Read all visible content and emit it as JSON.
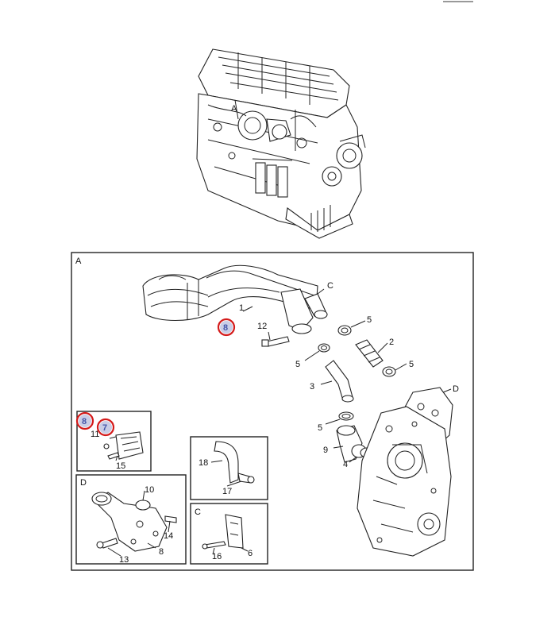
{
  "engine": {
    "callout": "A"
  },
  "main_view": {
    "label": "A",
    "callouts": {
      "c1": "1",
      "c2": "2",
      "c3": "3",
      "c4": "4",
      "c5a": "5",
      "c5b": "5",
      "c5c": "5",
      "c5d": "5",
      "c9": "9",
      "c12": "12",
      "cC": "C",
      "cD": "D"
    },
    "marker": "8"
  },
  "inset_top_left": {
    "marker_a": "8",
    "marker_b": "7",
    "c11": "11",
    "c15": "15"
  },
  "inset_bracket": {
    "c17": "17",
    "c18": "18"
  },
  "inset_D": {
    "label": "D",
    "c8": "8",
    "c10": "10",
    "c13": "13",
    "c14": "14"
  },
  "inset_C": {
    "label": "C",
    "c6": "6",
    "c16": "16"
  },
  "colors": {
    "marker_ring": "#d41a1a",
    "marker_fill": "#c9cde6"
  }
}
